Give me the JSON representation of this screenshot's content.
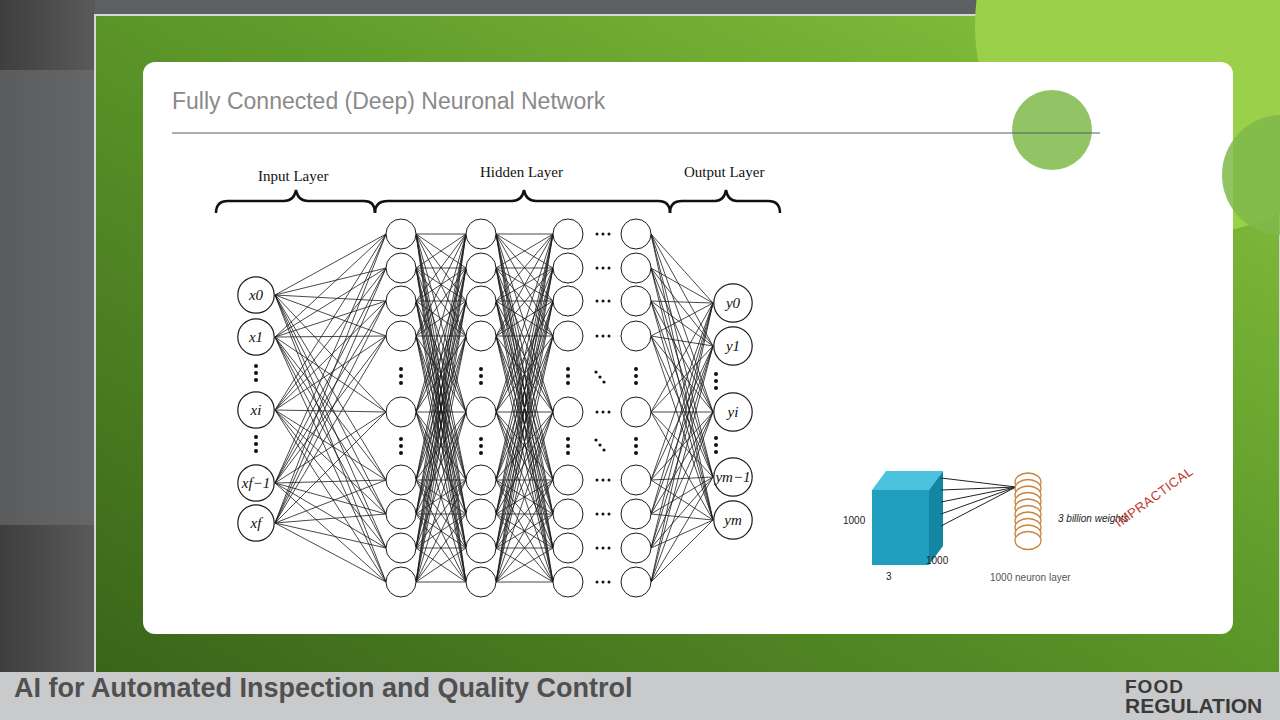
{
  "diagram": {
    "title": "Fully Connected (Deep) Neuronal Network",
    "nodes": [
      {
        "text": [
          "x0"
        ]
      },
      {
        "text": [
          "x1"
        ]
      },
      {
        "text": [
          "xi"
        ]
      },
      {
        "text": [
          "xf−1"
        ]
      },
      {
        "text": [
          "xf"
        ]
      },
      {
        "text": [
          "y0"
        ]
      },
      {
        "text": [
          "y1"
        ]
      },
      {
        "text": [
          "yi"
        ]
      },
      {
        "text": [
          "ym−1"
        ]
      },
      {
        "text": [
          "ym"
        ]
      }
    ],
    "labels": [
      "Input Layer",
      "Hidden Layer",
      "Output Layer",
      "1000",
      "1000",
      "3",
      "3 billion weights",
      "1000 neuron layer",
      "IMPRACTICAL",
      "AI for Automated Inspection and Quality Control",
      "FOOD",
      "REGULATION"
    ]
  }
}
